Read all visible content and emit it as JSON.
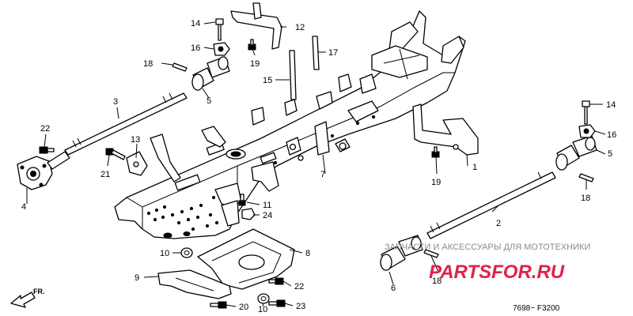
{
  "diagram": {
    "callouts": {
      "c1": "1",
      "c2": "2",
      "c3": "3",
      "c4": "4",
      "c5a": "5",
      "c5b": "5",
      "c6": "6",
      "c7": "7",
      "c8": "8",
      "c9": "9",
      "c10a": "10",
      "c10b": "10",
      "c11": "11",
      "c12": "12",
      "c13": "13",
      "c14a": "14",
      "c14b": "14",
      "c15": "15",
      "c16a": "16",
      "c16b": "16",
      "c17": "17",
      "c18a": "18",
      "c18b": "18",
      "c18c": "18",
      "c19a": "19",
      "c19b": "19",
      "c20": "20",
      "c21": "21",
      "c22a": "22",
      "c22b": "22",
      "c23": "23",
      "c24": "24"
    },
    "front_marker": "FR.",
    "diagram_code": "7698~ F3200",
    "watermark": {
      "tagline": "ЗАПЧАСТИ И АКСЕССУАРЫ ДЛЯ МОТОТЕХНИКИ",
      "brand": "PARTSFOR.RU",
      "brand_color": "#e1214a"
    }
  }
}
